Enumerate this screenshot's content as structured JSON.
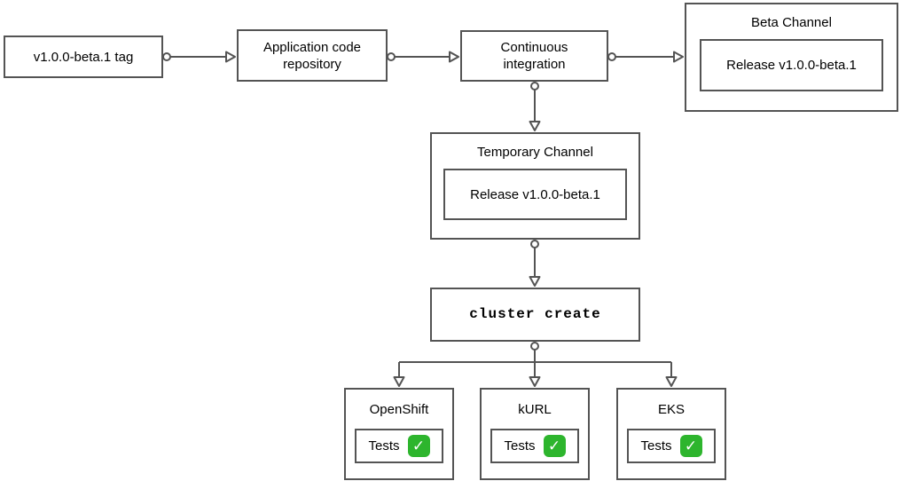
{
  "diagram": {
    "colors": {
      "stroke": "#545454",
      "text": "#000000",
      "check_green": "#2db52d",
      "check_mark_color": "#ffffff",
      "background": "#ffffff"
    },
    "icons": {
      "check_icon_glyph": "✓"
    },
    "nodes": {
      "tag": {
        "label": "v1.0.0-beta.1 tag"
      },
      "repo": {
        "label": "Application code repository"
      },
      "ci": {
        "label": "Continuous integration"
      },
      "beta_channel": {
        "title": "Beta Channel",
        "release_label": "Release v1.0.0-beta.1"
      },
      "temporary_channel": {
        "title": "Temporary Channel",
        "release_label": "Release v1.0.0-beta.1"
      },
      "cluster_create": {
        "label": "cluster create"
      },
      "clusters": [
        {
          "title": "OpenShift",
          "tests_label": "Tests"
        },
        {
          "title": "kURL",
          "tests_label": "Tests"
        },
        {
          "title": "EKS",
          "tests_label": "Tests"
        }
      ]
    }
  }
}
